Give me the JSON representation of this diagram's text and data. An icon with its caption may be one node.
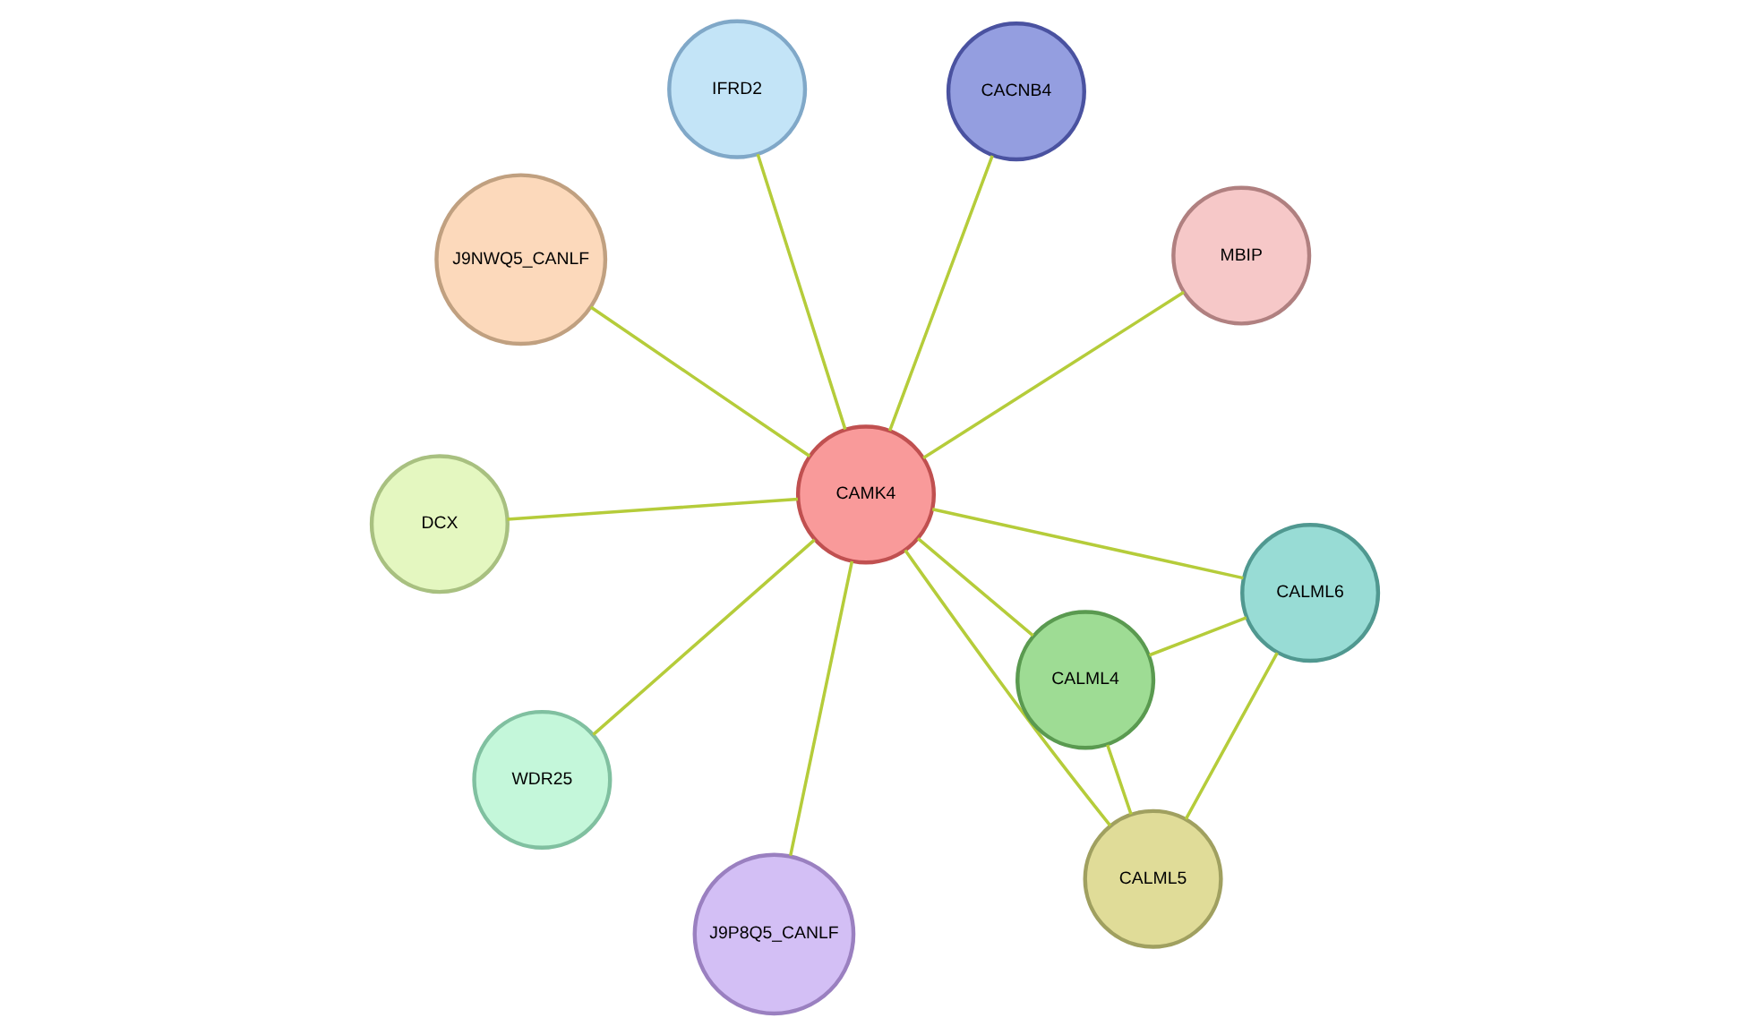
{
  "diagram": {
    "nodes": [
      {
        "text": [
          "CAMK4"
        ]
      },
      {
        "text": [
          "MBIP"
        ]
      },
      {
        "text": [
          "J9P8Q5_CANLF"
        ]
      },
      {
        "text": [
          "IFRD2"
        ]
      },
      {
        "text": [
          "CACNB4"
        ]
      },
      {
        "text": [
          "J9NWQ5_CANLF"
        ]
      },
      {
        "text": [
          "DCX"
        ]
      },
      {
        "text": [
          "CALML6"
        ]
      },
      {
        "text": [
          "WDR25"
        ]
      },
      {
        "text": [
          "CALML5"
        ]
      },
      {
        "text": [
          "CALML4"
        ]
      }
    ],
    "edges": [
      {
        "from": 0,
        "to": 1,
        "arrow": "none"
      },
      {
        "from": 0,
        "to": 2,
        "arrow": "none"
      },
      {
        "from": 0,
        "to": 3,
        "arrow": "none"
      },
      {
        "from": 0,
        "to": 4,
        "arrow": "none"
      },
      {
        "from": 0,
        "to": 5,
        "arrow": "none"
      },
      {
        "from": 0,
        "to": 6,
        "arrow": "none"
      },
      {
        "from": 0,
        "to": 7,
        "arrow": "none"
      },
      {
        "from": 0,
        "to": 8,
        "arrow": "none"
      },
      {
        "from": 0,
        "to": 9,
        "arrow": "none"
      },
      {
        "from": 0,
        "to": 10,
        "arrow": "none"
      },
      {
        "from": 7,
        "to": 9,
        "arrow": "none"
      },
      {
        "from": 7,
        "to": 10,
        "arrow": "none"
      },
      {
        "from": 9,
        "to": 10,
        "arrow": "none"
      }
    ]
  }
}
